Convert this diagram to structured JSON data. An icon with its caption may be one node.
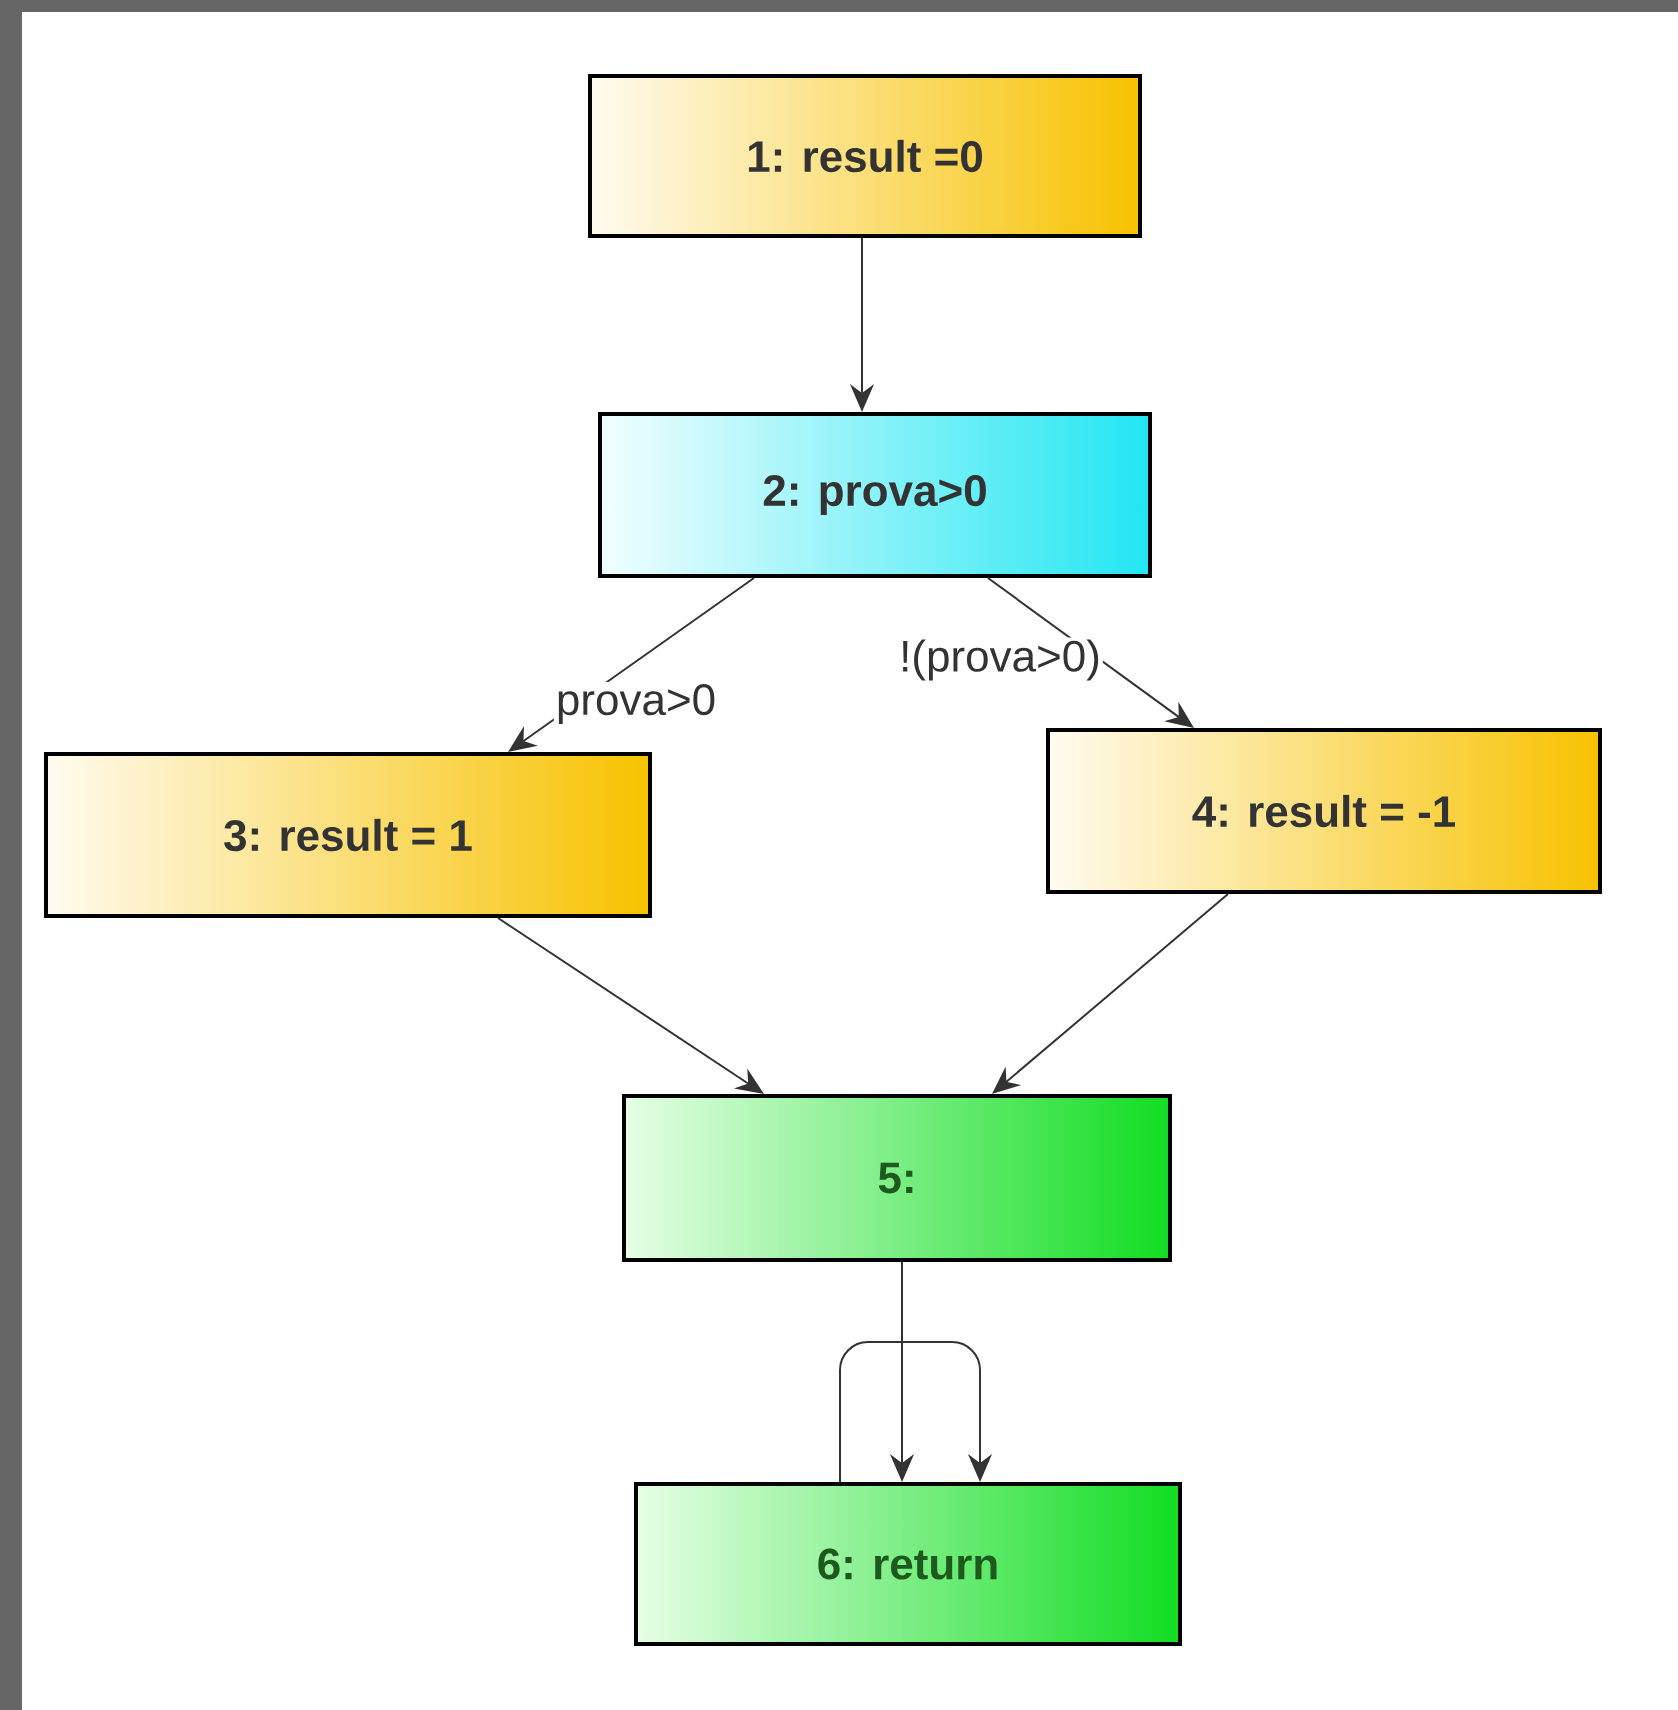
{
  "diagram": {
    "nodes": [
      {
        "text": [
          "1: result =0"
        ]
      },
      {
        "text": [
          "2:  prova>0"
        ]
      },
      {
        "text": [
          "3:  result = 1"
        ]
      },
      {
        "text": [
          "4:  result = -1"
        ]
      },
      {
        "text": [
          "5:"
        ]
      },
      {
        "text": [
          "6: return"
        ]
      }
    ],
    "edges": [
      {
        "from": 0,
        "to": 1,
        "arrow": "to"
      },
      {
        "from": 1,
        "to": 2,
        "arrow": "to",
        "label": "prova>0"
      },
      {
        "from": 1,
        "to": 3,
        "arrow": "to",
        "label": "!(prova>0)"
      },
      {
        "from": 2,
        "to": 4,
        "arrow": "to"
      },
      {
        "from": 3,
        "to": 4,
        "arrow": "to"
      },
      {
        "from": 4,
        "to": 5,
        "arrow": "to"
      },
      {
        "from": 5,
        "to": 5,
        "arrow": "to"
      }
    ]
  }
}
